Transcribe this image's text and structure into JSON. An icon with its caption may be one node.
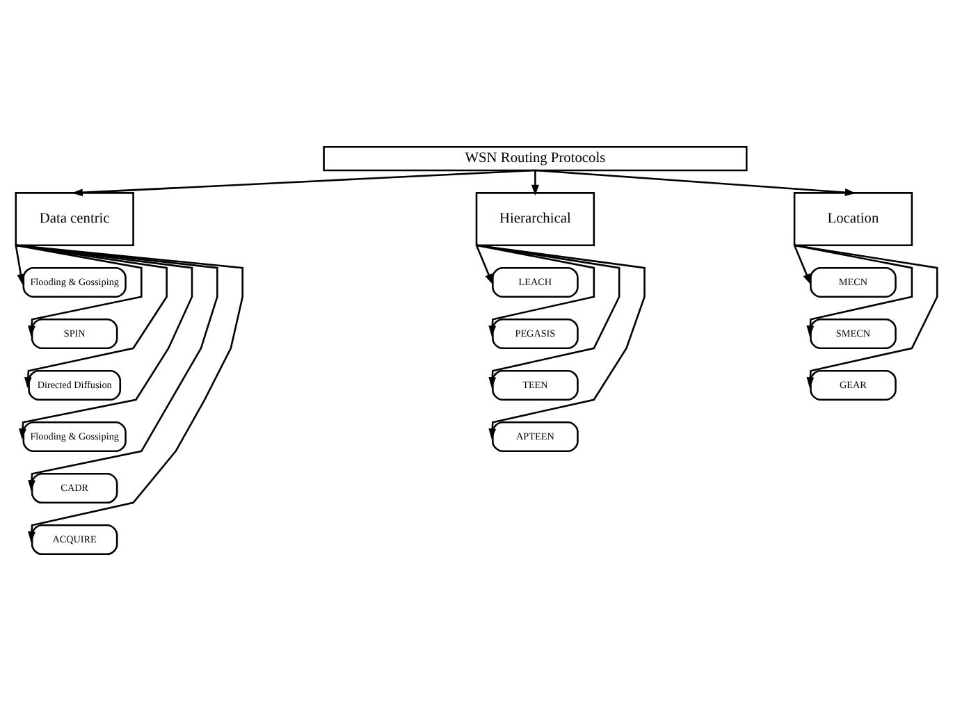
{
  "diagram": {
    "nodes": [
      {
        "text": [
          "WSN Routing Protocols"
        ]
      },
      {
        "text": [
          "Data centric"
        ]
      },
      {
        "text": [
          "Hierarchical"
        ]
      },
      {
        "text": [
          "Location"
        ]
      },
      {
        "text": [
          "Flooding & Gossiping"
        ]
      },
      {
        "text": [
          "SPIN"
        ]
      },
      {
        "text": [
          "Directed Diffusion"
        ]
      },
      {
        "text": [
          "Flooding & Gossiping"
        ]
      },
      {
        "text": [
          "CADR"
        ]
      },
      {
        "text": [
          "ACQUIRE"
        ]
      },
      {
        "text": [
          "LEACH"
        ]
      },
      {
        "text": [
          "PEGASIS"
        ]
      },
      {
        "text": [
          "TEEN"
        ]
      },
      {
        "text": [
          "APTEEN"
        ]
      },
      {
        "text": [
          "MECN"
        ]
      },
      {
        "text": [
          "SMECN"
        ]
      },
      {
        "text": [
          "GEAR"
        ]
      }
    ],
    "edges": [
      {
        "from": 0,
        "to": 1,
        "arrow": "to"
      },
      {
        "from": 0,
        "to": 2,
        "arrow": "to"
      },
      {
        "from": 0,
        "to": 3,
        "arrow": "to"
      },
      {
        "from": 1,
        "to": 4,
        "arrow": "to"
      },
      {
        "from": 1,
        "to": 5,
        "arrow": "to"
      },
      {
        "from": 1,
        "to": 6,
        "arrow": "to"
      },
      {
        "from": 1,
        "to": 7,
        "arrow": "to"
      },
      {
        "from": 1,
        "to": 8,
        "arrow": "to"
      },
      {
        "from": 1,
        "to": 9,
        "arrow": "to"
      },
      {
        "from": 2,
        "to": 10,
        "arrow": "to"
      },
      {
        "from": 2,
        "to": 11,
        "arrow": "to"
      },
      {
        "from": 2,
        "to": 12,
        "arrow": "to"
      },
      {
        "from": 2,
        "to": 13,
        "arrow": "to"
      },
      {
        "from": 3,
        "to": 14,
        "arrow": "to"
      },
      {
        "from": 3,
        "to": 15,
        "arrow": "to"
      },
      {
        "from": 3,
        "to": 16,
        "arrow": "to"
      }
    ]
  }
}
